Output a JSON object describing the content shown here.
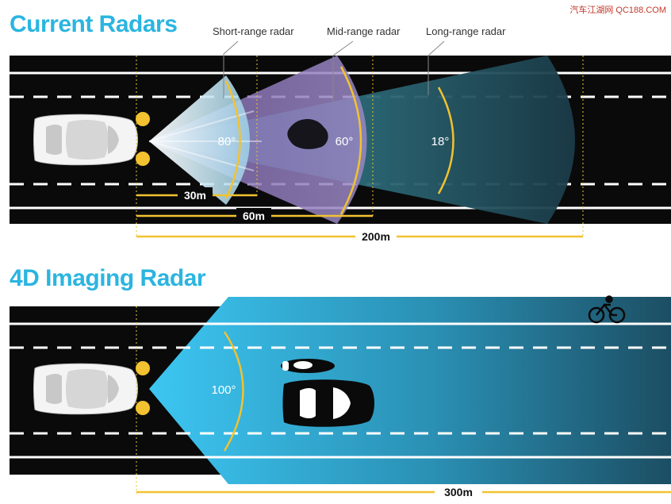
{
  "watermark": "汽车江湖网 QC188.COM",
  "current": {
    "title": "Current Radars",
    "callouts": {
      "short": "Short-range radar",
      "mid": "Mid-range radar",
      "long": "Long-range radar"
    },
    "angles": {
      "short": "80°",
      "mid": "60°",
      "long": "18°"
    },
    "distances": {
      "short": "30m",
      "mid": "60m",
      "long": "200m"
    }
  },
  "imaging": {
    "title": "4D Imaging Radar",
    "angle": "100°",
    "distance": "300m"
  },
  "colors": {
    "accent_title": "#2bb5e0",
    "road": "#0a0a0a",
    "measure": "#f2c230",
    "short_beam": "#cfe9f5",
    "mid_beam": "#8f7ab8",
    "long_beam": "#2d7d8a",
    "imaging_beam": "#3fc3ef"
  }
}
